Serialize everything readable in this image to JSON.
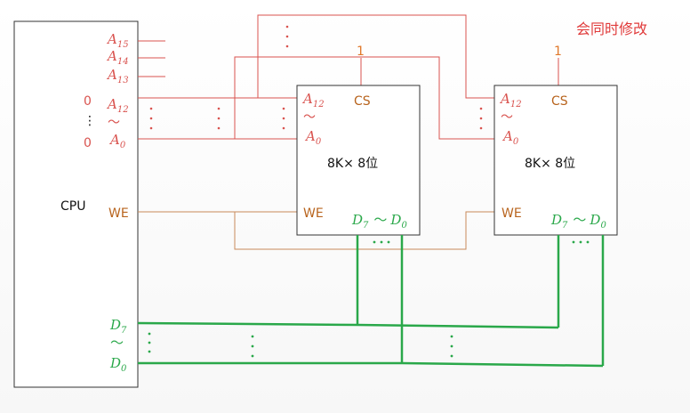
{
  "note": "会同时修改",
  "cpu": {
    "label": "CPU",
    "addr_pins": {
      "a15": "A",
      "a15_sub": "15",
      "a14": "A",
      "a14_sub": "14",
      "a13": "A",
      "a13_sub": "13",
      "a12": "A",
      "a12_sub": "12",
      "a0": "A",
      "a0_sub": "0"
    },
    "tilde": "～",
    "zero_top": "0",
    "zero_bottom": "0",
    "vdots": "⋮",
    "we": "WE",
    "d7": "D",
    "d7_sub": "7",
    "d0": "D",
    "d0_sub": "0"
  },
  "chips": [
    {
      "a12": "A",
      "a12_sub": "12",
      "a0": "A",
      "a0_sub": "0",
      "tilde": "～",
      "cs": "CS",
      "size": "8K× 8位",
      "we": "WE",
      "d": "D",
      "d7_sub": "7",
      "d_tilde": "～",
      "d0_sub": "0",
      "cs_value": "1"
    },
    {
      "a12": "A",
      "a12_sub": "12",
      "a0": "A",
      "a0_sub": "0",
      "tilde": "～",
      "cs": "CS",
      "size": "8K× 8位",
      "we": "WE",
      "d": "D",
      "d7_sub": "7",
      "d_tilde": "～",
      "d0_sub": "0",
      "cs_value": "1"
    }
  ],
  "colors": {
    "address": "#d9534f",
    "control": "#b8641e",
    "data": "#2aa84a",
    "note": "#e03a3a"
  }
}
